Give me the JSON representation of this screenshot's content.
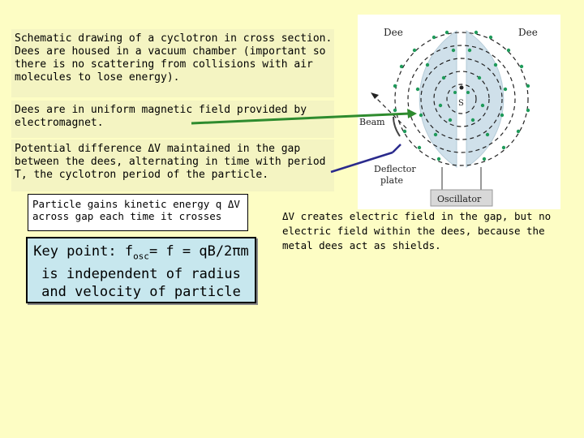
{
  "texts": {
    "schematic": "Schematic drawing of a cyclotron in cross section. Dees are housed in a vacuum chamber (important so there is no scattering from collisions with air molecules to lose energy).",
    "dees_field": "Dees are in uniform magnetic field provided by electromagnet.",
    "potential": "Potential difference ΔV maintained in the gap between the dees, alternating in time with period T, the cyclotron period of the particle.",
    "gains": "Particle gains kinetic energy q ΔV across gap each time it crosses",
    "key_prefix": "Key point: f",
    "key_sub": "osc",
    "key_mid": "= f = qB/2πm",
    "key_rest": "is independent of radius and velocity of particle",
    "dv_field": "ΔV creates electric field in the gap, but no electric field within the dees, because the metal dees act as shields."
  },
  "figure": {
    "dee_left": "Dee",
    "dee_right": "Dee",
    "source": "S",
    "beam": "Beam",
    "deflector_1": "Deflector",
    "deflector_2": "plate",
    "oscillator": "Oscillator"
  },
  "colors": {
    "background": "#fdfdc4",
    "band": "#f4f4c2",
    "key_box": "#c7e7ee",
    "arrow": "#2e8b2e",
    "deflector_arrow": "#2a2a8c",
    "dee": "#cfe0ea",
    "field_dot": "#1f9a5a"
  }
}
